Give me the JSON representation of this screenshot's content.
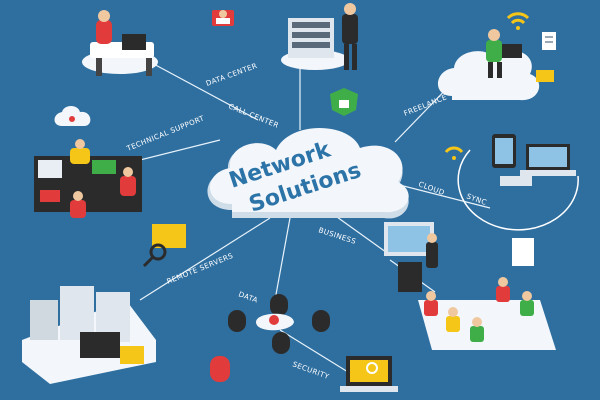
{
  "diagram": {
    "title_line1": "Network",
    "title_line2": "Solutions",
    "labels": {
      "data_center": "DATA CENTER",
      "call_center": "CALL CENTER",
      "technical_support": "TECHNICAL SUPPORT",
      "freelance": "FREELANCE",
      "cloud": "CLOUD",
      "sync": "SYNC",
      "business": "BUSINESS",
      "remote_servers": "REMOTE SERVERS",
      "data": "DATA",
      "security": "SECURITY"
    }
  },
  "colors": {
    "background": "#2f6fa0",
    "cloud": "#f3f7fb",
    "title": "#2c74a8",
    "lines": "#e8f3fb",
    "accent_yellow": "#f5c518",
    "accent_red": "#e23b3b",
    "accent_green": "#3fae49"
  },
  "icons": [
    "desk-worker-icon",
    "user-badge-icon",
    "server-rack-operator-icon",
    "freelancer-cloud-icon",
    "document-icon",
    "wifi-icon",
    "folder-icon",
    "shield-lock-icon",
    "cloud-small-icon",
    "office-workspace-icon",
    "sync-devices-icon",
    "business-presentation-icon",
    "meeting-table-icon",
    "search-folder-icon",
    "server-tower-icon",
    "database-icon",
    "laptop-security-icon"
  ]
}
